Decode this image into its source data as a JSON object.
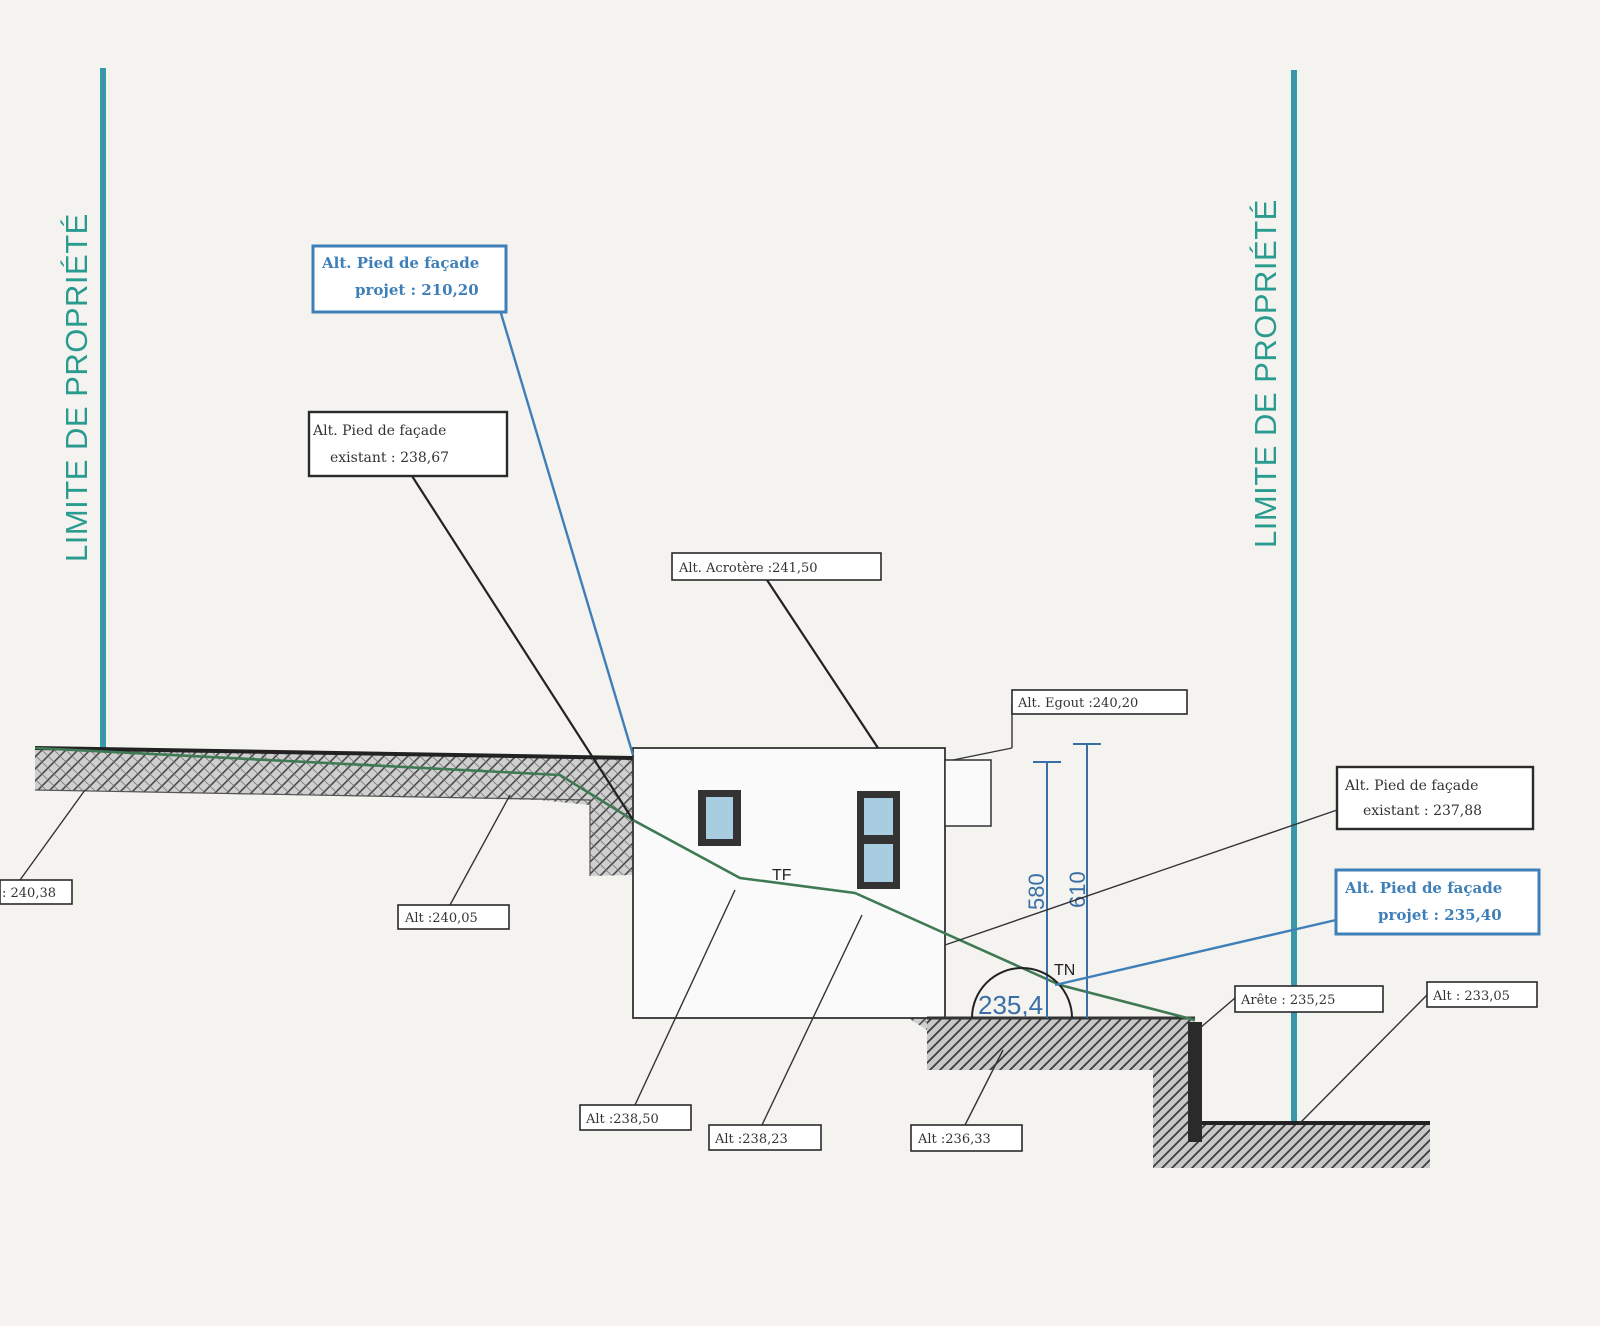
{
  "diagram": {
    "property_limit_left": "LIMITE DE PROPRIÉTÉ",
    "property_limit_right": "LIMITE DE PROPRIÉTÉ",
    "label_facade_project_top": [
      "Alt. Pied de façade",
      "projet : 210,20"
    ],
    "label_facade_existing_top": [
      "Alt. Pied de façade",
      "existant : 238,67"
    ],
    "label_acrotere": "Alt. Acrotère :241,50",
    "label_egout": "Alt. Egout :240,20",
    "label_facade_existing_right": [
      "Alt. Pied de façade",
      "existant : 237,88"
    ],
    "label_facade_project_right": [
      "Alt. Pied de façade",
      "projet : 235,40"
    ],
    "label_arete": "Arête : 235,25",
    "label_alt_far_right": "Alt : 233,05",
    "label_alt_far_left": ": 240,38",
    "label_alt_2": "Alt :240,05",
    "label_alt_3": "Alt :238,50",
    "label_alt_4": "Alt :238,23",
    "label_alt_5": "Alt :236,33",
    "dim_580": "580",
    "dim_610": "610",
    "tag_tf": "TF",
    "tag_tn": "TN",
    "tag_circle_value": "235,4",
    "colors": {
      "property_line": "#2aa39a",
      "property_line_inner": "#4f86c0",
      "label_blue": "#3f7fb8",
      "terrain_line": "#3f7a55"
    }
  }
}
